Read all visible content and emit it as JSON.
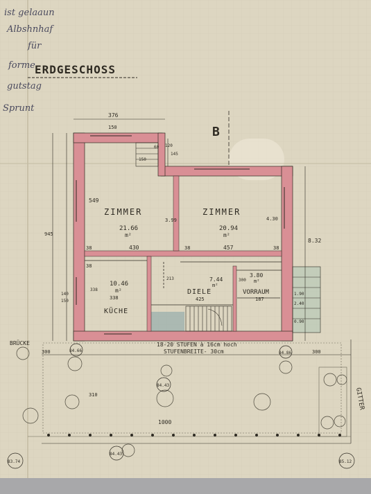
{
  "colors": {
    "paper": "#ddd6c1",
    "wall": "#d98f95",
    "ink": "#2e2a22",
    "pencil": "#6b6758",
    "blue_ink": "#4a4a5e",
    "tile": "#9fb2ae"
  },
  "notes": {
    "handwriting": [
      "ist gelaaun",
      "Albshnhaf",
      "für",
      "forme",
      "gutstag",
      "Sprunt"
    ]
  },
  "plan": {
    "title": "ERDGESCHOSS",
    "section_marker": "B",
    "rooms": {
      "zimmer_left": {
        "name": "ZIMMER",
        "area": "21.66",
        "unit": "m²"
      },
      "zimmer_right": {
        "name": "ZIMMER",
        "area": "20.94",
        "unit": "m²"
      },
      "kueche": {
        "name": "KÜCHE",
        "area": "10.46",
        "unit": "m²"
      },
      "diele": {
        "name": "DIELE",
        "area": "7.44",
        "unit": "m²"
      },
      "vorraum": {
        "name": "VORRAUM",
        "area": "3.80",
        "unit": "m²"
      }
    },
    "stairs_note": {
      "line1": "18-20 STUFEN à 16cm hoch",
      "line2": "STUFENBREITE- 30cm"
    },
    "labels": {
      "bruecke": "BRÜCKE",
      "gitter": "GITTER"
    },
    "elevations": [
      "84.66",
      "84.43",
      "84.86",
      "83.74",
      "84.43",
      "85.12"
    ],
    "dims": {
      "top_width": "376",
      "top_small": "150",
      "top_small2": "145",
      "left_height": "549",
      "zl_depth": "3.99",
      "zr_depth": "4.30",
      "right_total": "8.32",
      "zl_width": "430",
      "zr_width": "457",
      "kueche_width": "338",
      "diele_width": "425",
      "vorraum_width": "187",
      "wall_38_a": "38",
      "wall_38_b": "38",
      "wall_38_c": "38",
      "wall_38_d": "38",
      "left_outer": "945",
      "bottom_total": "1000",
      "side_300_a": "300",
      "side_300_b": "300",
      "step_a": "60",
      "step_b": "150",
      "step_c": "120",
      "small_140": "140",
      "small_150": "150",
      "k_h": "338",
      "d_h": "213",
      "v_h": "300",
      "right_ext_a": "1.90",
      "right_ext_b": "2.40",
      "right_ext_c": "0.90",
      "garden": "310"
    }
  }
}
